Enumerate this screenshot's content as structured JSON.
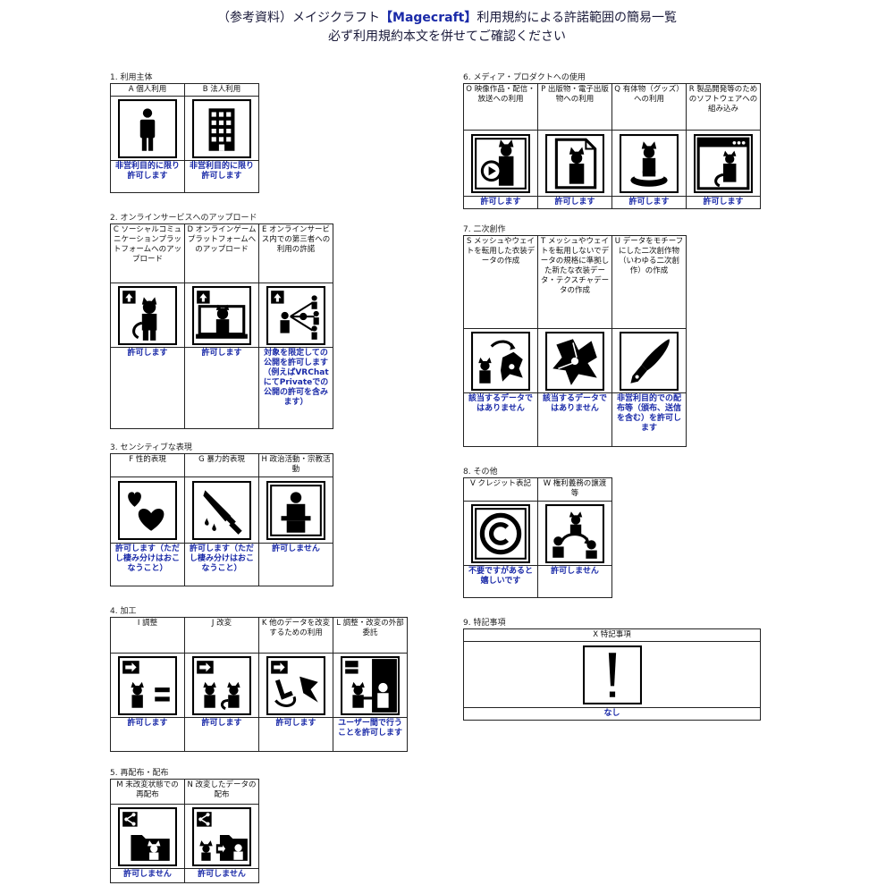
{
  "header": {
    "line1_prefix": "（参考資料）メイジクラフト",
    "line1_brand": "【Magecraft】",
    "line1_suffix": "利用規約による許諾範囲の簡易一覧",
    "line2": "必ず利用規約本文を併せてご確認ください"
  },
  "sections": {
    "s1": {
      "title": "1. 利用主体",
      "cells": [
        {
          "label": "A 個人利用",
          "icon": "person-icon",
          "status": "非営利目的に限り許可します"
        },
        {
          "label": "B 法人利用",
          "icon": "building-icon",
          "status": "非営利目的に限り許可します"
        }
      ]
    },
    "s2": {
      "title": "2. オンラインサービスへのアップロード",
      "cells": [
        {
          "label": "C ソーシャルコミュニケーションプラットフォームへのアップロード",
          "icon": "upload-avatar-icon",
          "status": "許可します"
        },
        {
          "label": "D オンラインゲームプラットフォームへのアップロード",
          "icon": "upload-monitor-icon",
          "status": "許可します"
        },
        {
          "label": "E オンラインサービス内での第三者への利用の許諾",
          "icon": "share-users-icon",
          "status": "対象を限定しての公開を許可します（例えばVRChatにてPrivateでの公開の許可を含みます）"
        }
      ]
    },
    "s3": {
      "title": "3. センシティブな表現",
      "cells": [
        {
          "label": "F 性的表現",
          "icon": "hearts-icon",
          "status": "許可します（ただし棲み分けはおこなうこと）"
        },
        {
          "label": "G 暴力的表現",
          "icon": "knife-icon",
          "status": "許可します（ただし棲み分けはおこなうこと）"
        },
        {
          "label": "H 政治活動・宗教活動",
          "icon": "podium-icon",
          "status": "許可しません"
        }
      ]
    },
    "s4": {
      "title": "4. 加工",
      "cells": [
        {
          "label": "I 調整",
          "icon": "adjust-icon",
          "status": "許可します"
        },
        {
          "label": "J 改変",
          "icon": "modify-icon",
          "status": "許可します"
        },
        {
          "label": "K 他のデータを改変するための利用",
          "icon": "other-data-icon",
          "status": "許可します"
        },
        {
          "label": "L 調整・改変の外部委託",
          "icon": "outsource-icon",
          "status": "ユーザー間で行うことを許可します"
        }
      ]
    },
    "s5": {
      "title": "5. 再配布・配布",
      "cells": [
        {
          "label": "M 未改変状態での再配布",
          "icon": "redistribute-icon",
          "status": "許可しません"
        },
        {
          "label": "N 改変したデータの配布",
          "icon": "distribute-modified-icon",
          "status": "許可しません"
        }
      ]
    },
    "s6": {
      "title": "6. メディア・プロダクトへの使用",
      "cells": [
        {
          "label": "O 映像作品・配信・放送への利用",
          "icon": "video-play-icon",
          "status": "許可します"
        },
        {
          "label": "P 出版物・電子出版物への利用",
          "icon": "document-icon",
          "status": "許可します"
        },
        {
          "label": "Q 有体物（グッズ）への利用",
          "icon": "figure-icon",
          "status": "許可します"
        },
        {
          "label": "R 製品開発等のためのソフトウェアへの組み込み",
          "icon": "software-window-icon",
          "status": "許可します"
        }
      ]
    },
    "s7": {
      "title": "7. 二次創作",
      "cells": [
        {
          "label": "S メッシュやウェイトを転用した衣装データの作成",
          "icon": "costume-transfer-icon",
          "status": "該当するデータではありません"
        },
        {
          "label": "T メッシュやウェイトを転用しないでデータの規格に準拠した新たな衣装データ・テクスチャデータの作成",
          "icon": "costume-icon",
          "status": "該当するデータではありません"
        },
        {
          "label": "U データをモチーフにした二次創作物（いわゆる二次創作）の作成",
          "icon": "pen-icon",
          "status": "非営利目的での配布等（頒布、送信を含む）を許可します"
        }
      ]
    },
    "s8": {
      "title": "8. その他",
      "cells": [
        {
          "label": "V クレジット表記",
          "icon": "copyright-icon",
          "status": "不要ですがあると嬉しいです"
        },
        {
          "label": "W 権利義務の譲渡等",
          "icon": "transfer-icon",
          "status": "許可しません"
        }
      ]
    },
    "s9": {
      "title": "9. 特記事項",
      "cells": [
        {
          "label": "X 特記事項",
          "icon": "exclamation-icon",
          "status": "なし"
        }
      ]
    }
  },
  "colors": {
    "status_text": "#1a2aa8",
    "icon_fill": "#000000",
    "border": "#222222"
  }
}
